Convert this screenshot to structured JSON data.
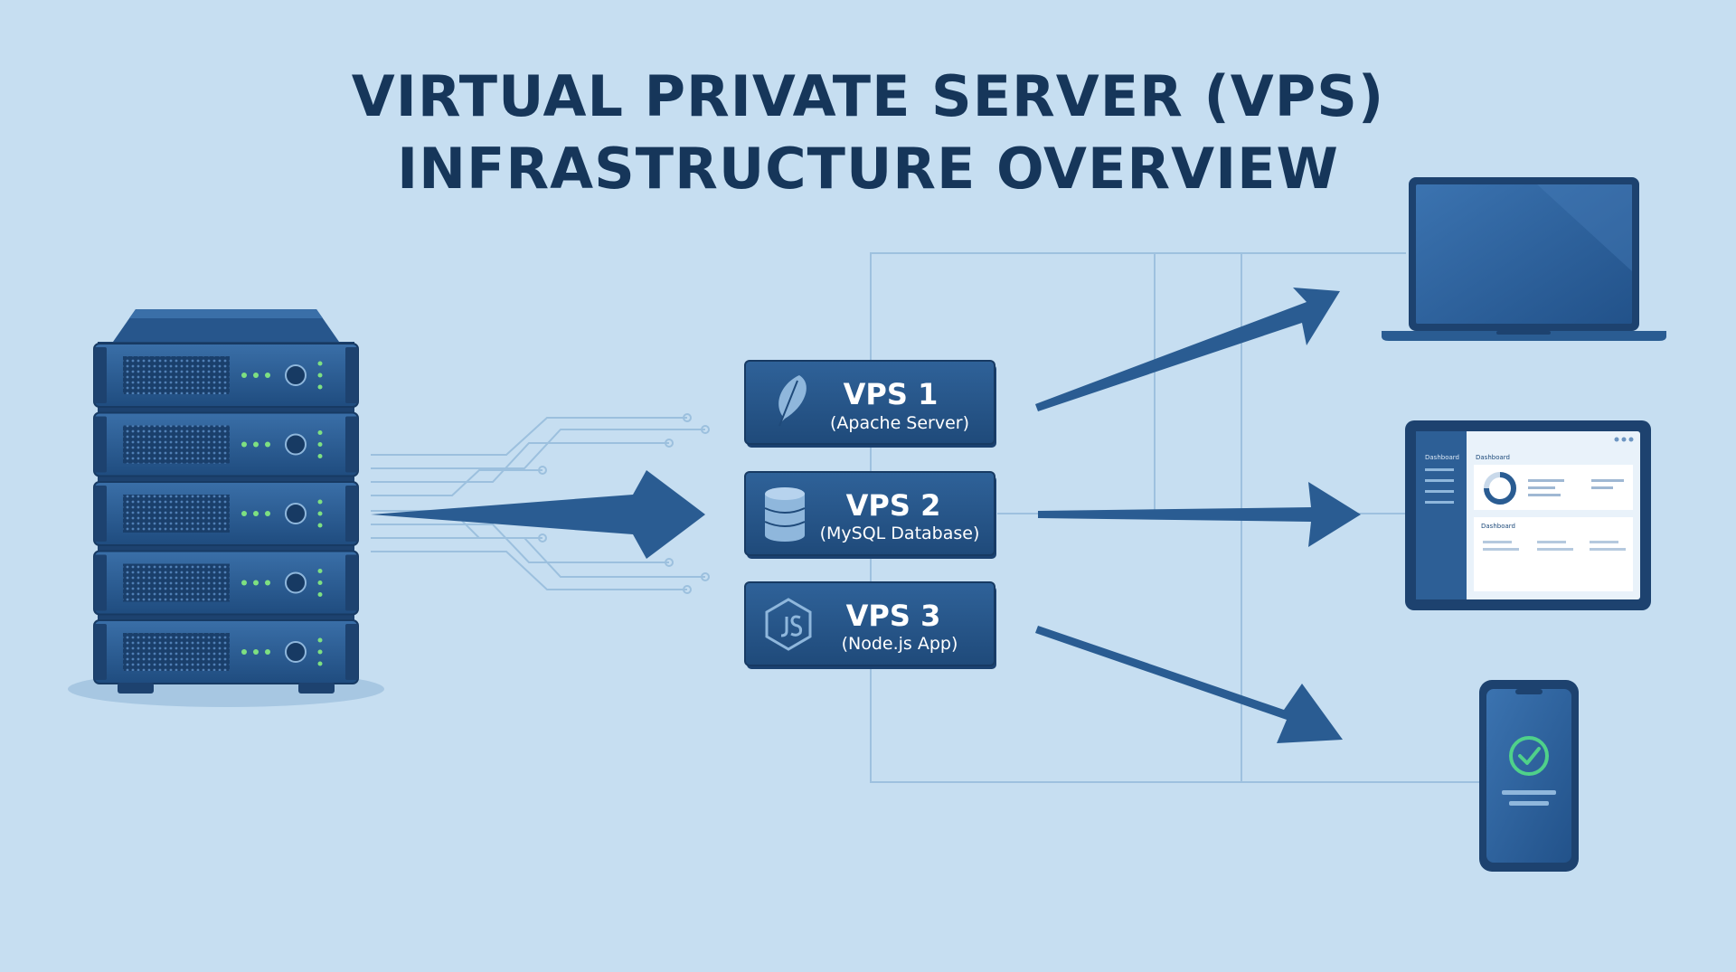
{
  "title": {
    "line1": "VIRTUAL PRIVATE SERVER (VPS)",
    "line2": "INFRASTRUCTURE OVERVIEW"
  },
  "vps": [
    {
      "name": "VPS 1",
      "role": "(Apache Server)",
      "icon": "feather-icon"
    },
    {
      "name": "VPS 2",
      "role": "(MySQL Database)",
      "icon": "database-icon"
    },
    {
      "name": "VPS 3",
      "role": "(Node.js App)",
      "icon": "nodejs-icon"
    }
  ],
  "tablet_screen": {
    "sidebar_label": "Dashboard",
    "header_label": "Dashboard",
    "panel_label": "Dashboard"
  },
  "colors": {
    "background": "#c6def1",
    "primary": "#2a5c92",
    "dark": "#16365a",
    "led": "#7ee081",
    "check": "#4fd18a"
  }
}
